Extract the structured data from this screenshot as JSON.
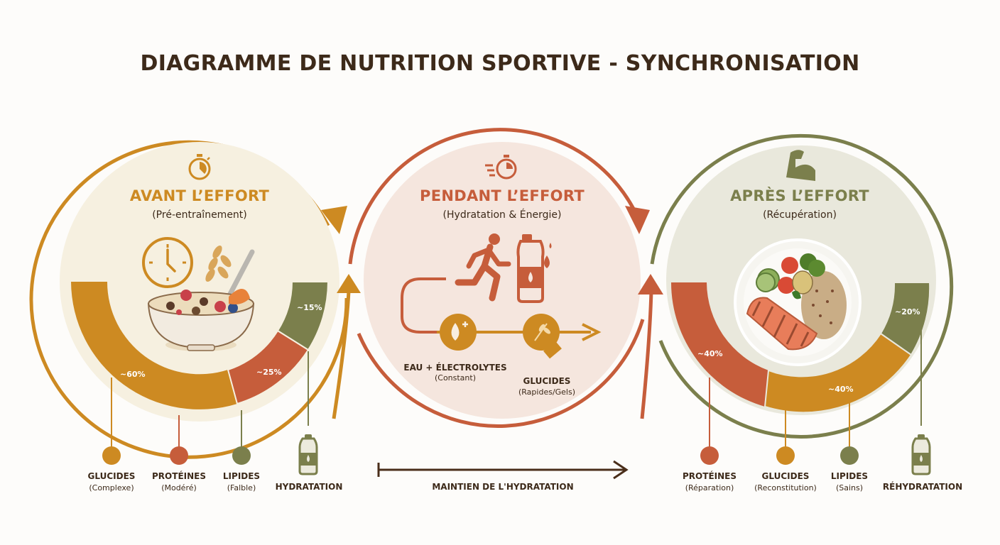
{
  "title": "DIAGRAMME DE NUTRITION SPORTIVE - SYNCHRONISATION",
  "colors": {
    "gold": "#cd8a22",
    "rust": "#c65d3b",
    "olive": "#7b7f4c",
    "text": "#3d2a1a",
    "disc_before": "#f6f0e0",
    "disc_during": "#f5e6de",
    "disc_after": "#e9e8dc"
  },
  "phases": {
    "before": {
      "icon": "stopwatch-icon",
      "title": "AVANT L’EFFORT",
      "subtitle": "(Pré-entraînement)",
      "illustration": "oatmeal-bowl-with-clock",
      "segments": [
        {
          "name": "GLUCIDES",
          "desc": "(Complexe)",
          "value": "~60%"
        },
        {
          "name": "PROTÉINES",
          "desc": "(Modéré)",
          "value": "~25%"
        },
        {
          "name": "LIPIDES",
          "desc": "(Falble)",
          "value": "~15%"
        }
      ],
      "hydration_label": "HYDRATATION"
    },
    "during": {
      "icon": "fast-stopwatch-icon",
      "title": "PENDANT L’EFFORT",
      "subtitle": "(Hydratation & Énergie)",
      "illustration": "runner-with-bottle",
      "flow": [
        {
          "name": "EAU + ÉLECTROLYTES",
          "desc": "(Constant)",
          "icon": "water-drop-plus-icon"
        },
        {
          "name": "GLUCIDES",
          "desc": "(Rapides/Gels)",
          "icon": "wheat-gel-icon"
        }
      ],
      "timeline_label": "MAINTIEN DE L'HYDRATATION"
    },
    "after": {
      "icon": "flexed-bicep-icon",
      "title": "APRÈS L’EFFORT",
      "subtitle": "(Récupération)",
      "illustration": "salmon-quinoa-plate",
      "segments": [
        {
          "name": "PROTÉINES",
          "desc": "(Réparation)",
          "value": "~40%"
        },
        {
          "name": "GLUCIDES",
          "desc": "(Reconstitution)",
          "value": "~40%"
        },
        {
          "name": "LIPIDES",
          "desc": "(Sains)",
          "value": "~20%"
        }
      ],
      "hydration_label": "RÉHYDRATATION"
    }
  },
  "chart_data": [
    {
      "type": "pie",
      "title": "AVANT L’EFFORT (Pré-entraînement)",
      "categories": [
        "Glucides (Complexe)",
        "Protéines (Modéré)",
        "Lipides (Falble)"
      ],
      "values": [
        60,
        25,
        15
      ]
    },
    {
      "type": "pie",
      "title": "APRÈS L’EFFORT (Récupération)",
      "categories": [
        "Protéines (Réparation)",
        "Glucides (Reconstitution)",
        "Lipides (Sains)"
      ],
      "values": [
        40,
        40,
        20
      ]
    }
  ]
}
